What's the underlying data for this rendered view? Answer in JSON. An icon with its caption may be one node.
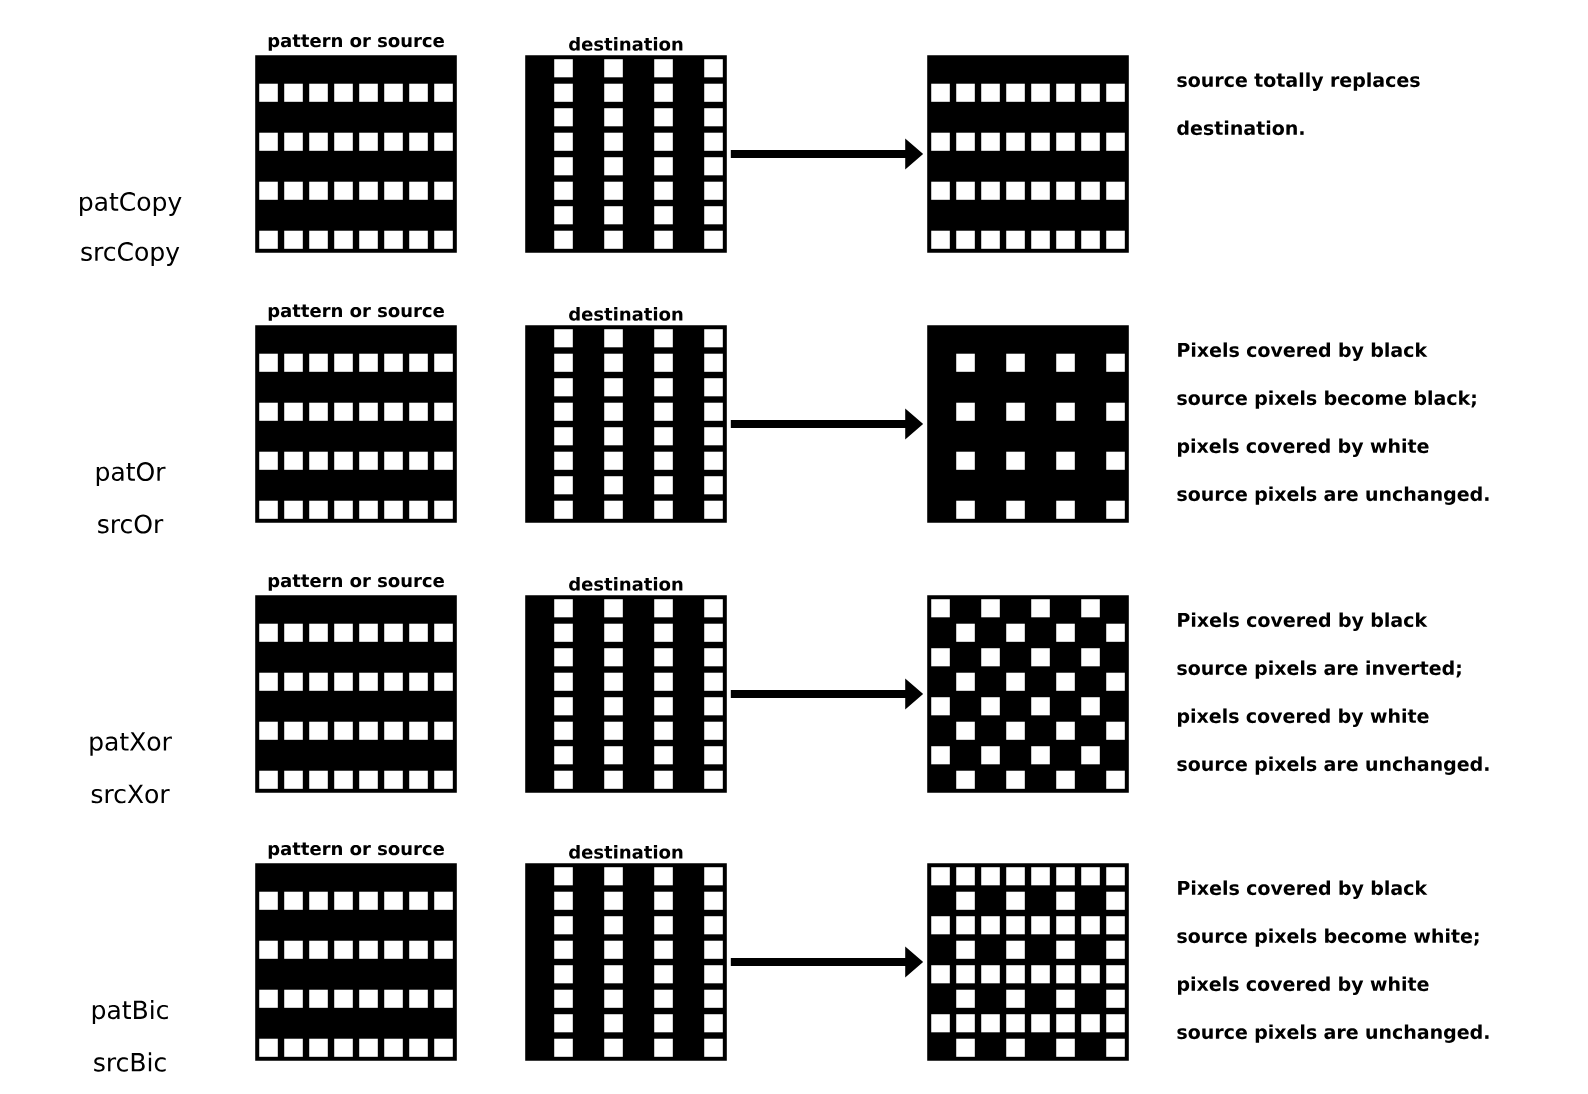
{
  "diagram": {
    "nodes": [
      {
        "text": [
          "pattern or source"
        ]
      },
      {
        "text": [
          "destination"
        ]
      },
      {
        "text": [],
        "shape": "box",
        "beside": [
          "source totally replaces destination."
        ]
      },
      {
        "text": [
          "pattern or source"
        ]
      },
      {
        "text": [
          "destination"
        ]
      },
      {
        "text": [],
        "shape": "box",
        "beside": [
          "Pixels covered by black source pixels become black; pixels covered by white source pixels are unchanged."
        ]
      },
      {
        "text": [
          "pattern or source"
        ]
      },
      {
        "text": [
          "destination"
        ]
      },
      {
        "text": [],
        "shape": "box",
        "beside": [
          "Pixels covered by black source pixels are inverted; pixels covered by white source pixels are unchanged."
        ]
      },
      {
        "text": [
          "pattern or source"
        ]
      },
      {
        "text": [
          "destination"
        ]
      },
      {
        "text": [],
        "shape": "box",
        "beside": [
          "Pixels covered by black source pixels become white; pixels covered by white source pixels are unchanged."
        ]
      }
    ],
    "edges": [
      {
        "from": 1,
        "to": 2,
        "arrow": "to"
      },
      {
        "from": 4,
        "to": 5,
        "arrow": "to"
      },
      {
        "from": 7,
        "to": 8,
        "arrow": "to"
      },
      {
        "from": 10,
        "to": 11,
        "arrow": "to"
      }
    ],
    "labels": [
      "patCopy",
      "srcCopy",
      "patOr",
      "srcOr",
      "patXor",
      "srcXor",
      "patBic",
      "srcBic"
    ]
  }
}
